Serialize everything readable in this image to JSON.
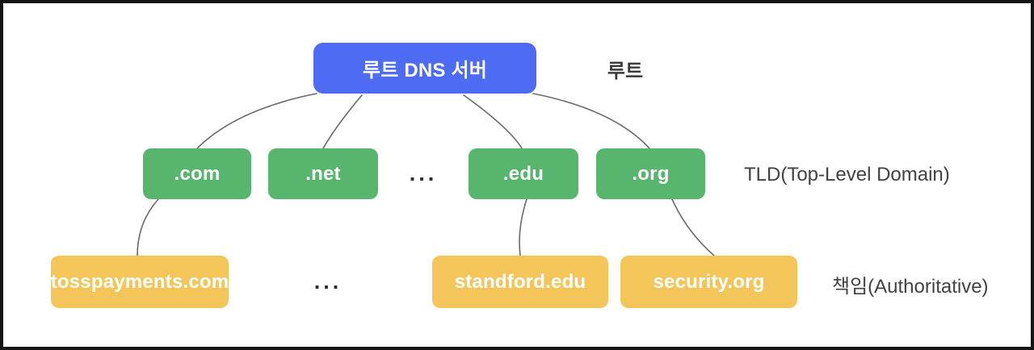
{
  "frame": {
    "border_color": "#141414",
    "background": "#ffffff"
  },
  "diagram": {
    "title": "DNS hierarchy",
    "connector_color": "#6a6a6a",
    "node_text_color": "#ffffff",
    "label_text_color": "#424242",
    "root": {
      "label": "루트 DNS 서버",
      "side_label": "루트",
      "color": "#4e6cf3"
    },
    "tld": {
      "side_label": "TLD(Top-Level Domain)",
      "color": "#58b56e",
      "ellipsis": "...",
      "nodes": [
        {
          "label": ".com"
        },
        {
          "label": ".net"
        },
        {
          "label": ".edu"
        },
        {
          "label": ".org"
        }
      ]
    },
    "authoritative": {
      "side_label": "책임(Authoritative)",
      "color": "#f4c65a",
      "ellipsis": "...",
      "nodes": [
        {
          "label": "tosspayments.com"
        },
        {
          "label": "standford.edu"
        },
        {
          "label": "security.org"
        }
      ]
    }
  }
}
